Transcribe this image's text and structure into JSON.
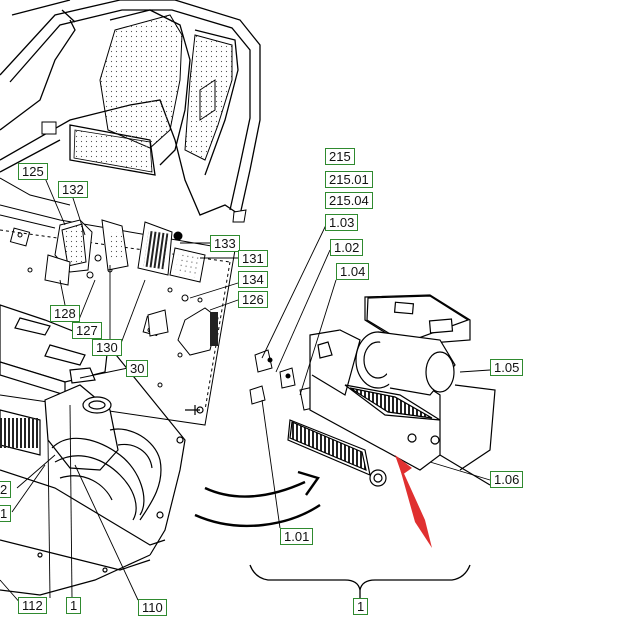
{
  "callouts": {
    "c125": "125",
    "c132": "132",
    "c133": "133",
    "c131": "131",
    "c134": "134",
    "c126": "126",
    "c128": "128",
    "c127": "127",
    "c130": "130",
    "c30": "30",
    "c2": "2",
    "c1_left": "1",
    "c112": "112",
    "c1_bottom": "1",
    "c110": "110",
    "c215": "215",
    "c215_01": "215.01",
    "c215_04": "215.04",
    "c1_03": "1.03",
    "c1_02": "1.02",
    "c1_04": "1.04",
    "c1_05": "1.05",
    "c1_06": "1.06",
    "c1_01": "1.01",
    "c1_main": "1"
  },
  "colors": {
    "callout_border": "#2f8a2f",
    "line": "#000000",
    "arrow": "#e03030"
  }
}
